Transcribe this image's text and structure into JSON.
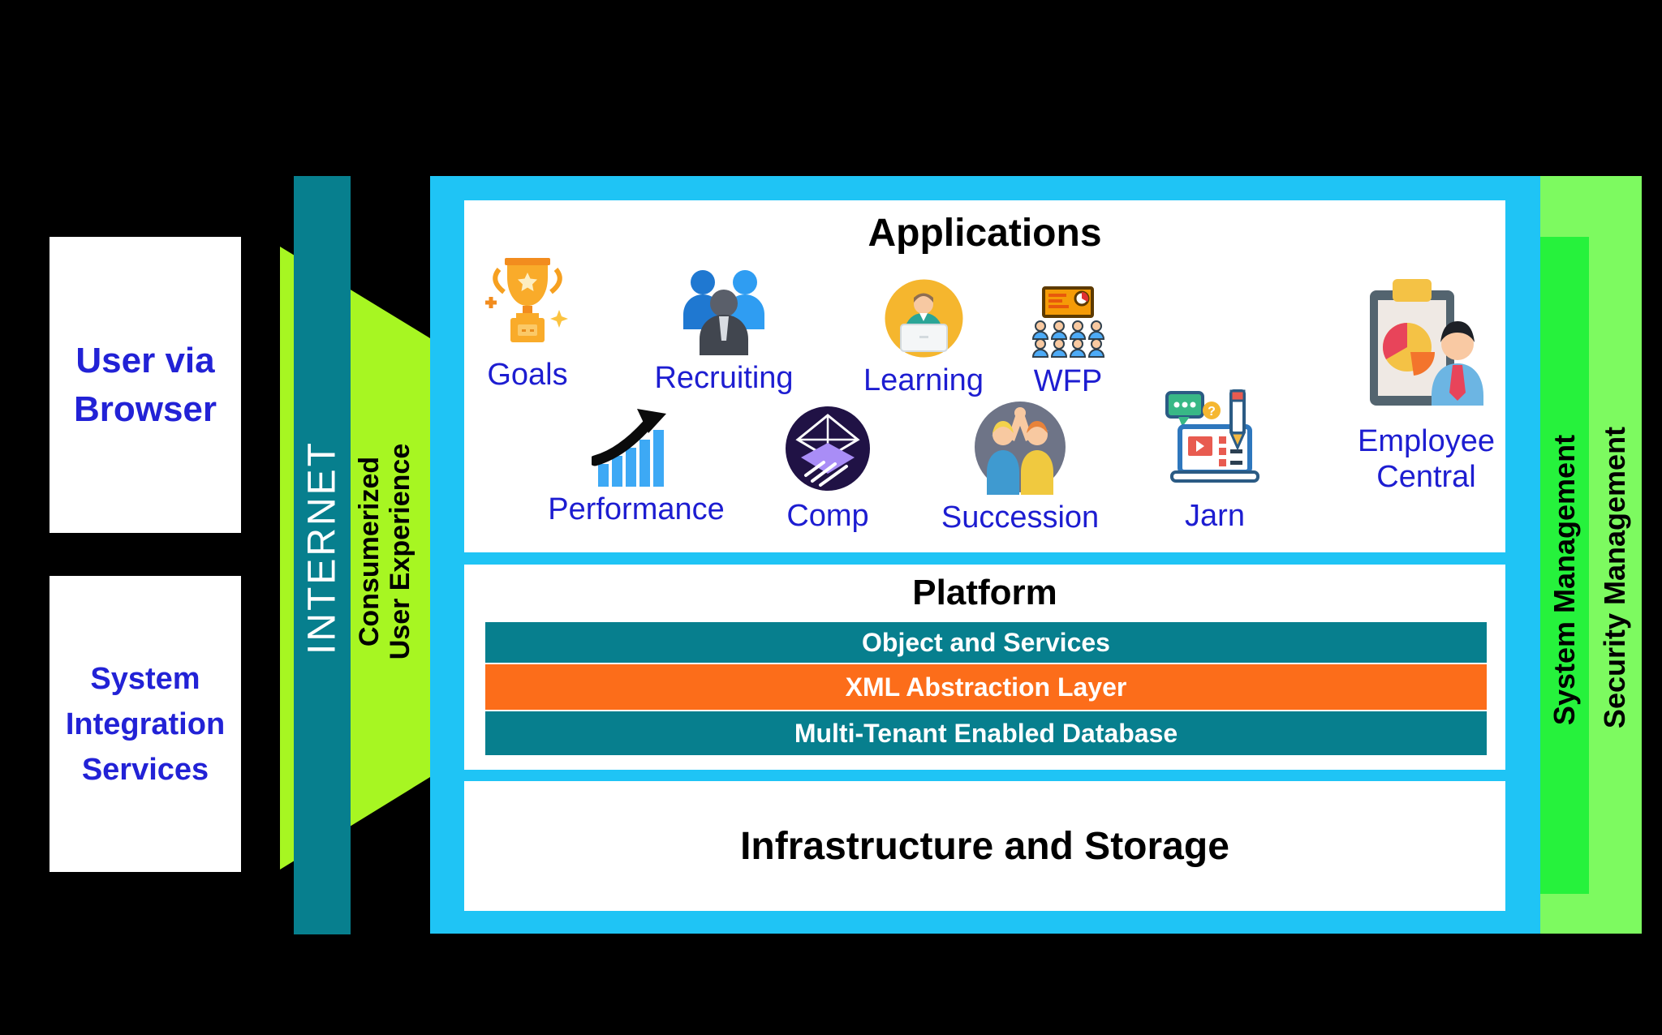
{
  "left_boxes": {
    "user": {
      "label": "User via Browser"
    },
    "integration": {
      "label": "System Integration Services"
    }
  },
  "internet_bar": {
    "label": "INTERNET"
  },
  "experience_arrow": {
    "line1": "Consumerized",
    "line2": "User Experience"
  },
  "main_box": {
    "applications": {
      "title": "Applications",
      "apps": [
        {
          "label": "Goals",
          "icon": "trophy-icon"
        },
        {
          "label": "Recruiting",
          "icon": "people-group-icon"
        },
        {
          "label": "Learning",
          "icon": "person-laptop-icon"
        },
        {
          "label": "WFP",
          "icon": "presentation-audience-icon"
        },
        {
          "label": "Employee Central",
          "icon": "clipboard-person-icon"
        },
        {
          "label": "Performance",
          "icon": "growth-chart-icon"
        },
        {
          "label": "Comp",
          "icon": "layers-diamond-icon"
        },
        {
          "label": "Succession",
          "icon": "high-five-icon"
        },
        {
          "label": "Jarn",
          "icon": "laptop-pencil-icon"
        }
      ]
    },
    "platform": {
      "title": "Platform",
      "layers": [
        {
          "label": "Object and Services",
          "color": "#077f8e"
        },
        {
          "label": "XML Abstraction Layer",
          "color": "#fc6d1a"
        },
        {
          "label": "Multi-Tenant Enabled Database",
          "color": "#077f8e"
        }
      ]
    },
    "infrastructure": {
      "title": "Infrastructure and Storage"
    }
  },
  "right_bars": {
    "system": {
      "label": "System Management"
    },
    "security": {
      "label": "Security Management"
    }
  },
  "colors": {
    "cyan": "#1fc4f5",
    "teal": "#077f8e",
    "yellow_green": "#a7f622",
    "bright_green": "#26f23c",
    "light_green": "#7dfa60",
    "orange": "#fc6d1a",
    "blue_text": "#2222d6",
    "background": "#000000"
  }
}
